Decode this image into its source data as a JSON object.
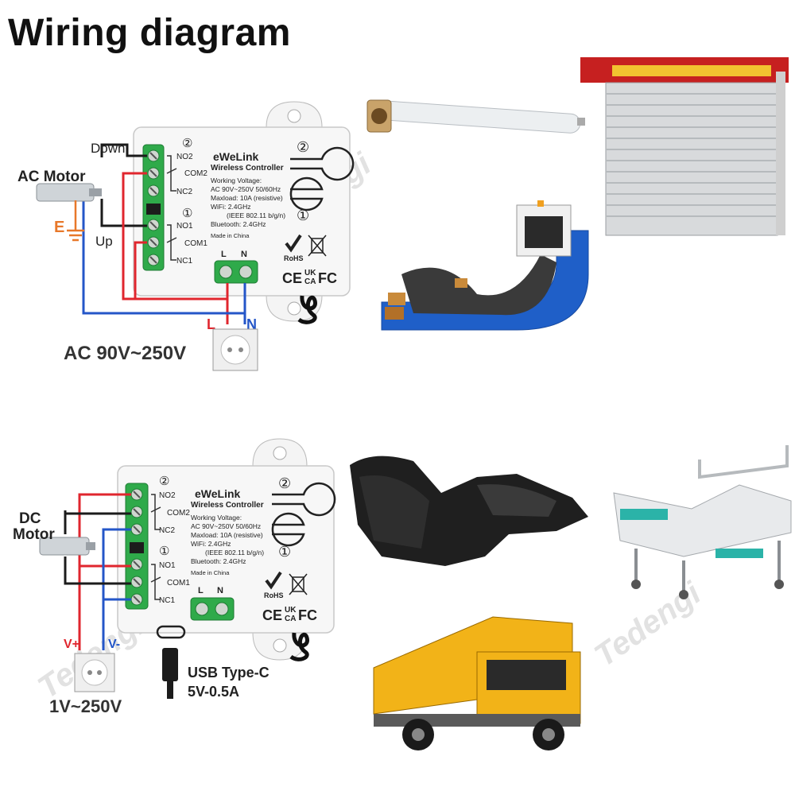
{
  "title": "Wiring diagram",
  "colors": {
    "red": "#e0262e",
    "blue": "#2456c8",
    "black": "#1b1b1b",
    "terminal_green": "#2faa4a",
    "earth_orange": "#e8782a"
  },
  "watermark": "Tedengi",
  "device": {
    "brand": "eWeLink",
    "subtitle": "Wireless Controller",
    "channel_2": "②",
    "channel_1": "①",
    "terminals": [
      "NO2",
      "COM2",
      "NC2",
      "NO1",
      "COM1",
      "NC1"
    ],
    "working_voltage_label": "Working Voltage:",
    "working_voltage": "AC 90V~250V  50/60Hz",
    "maxload": "Maxload: 10A (resistive)",
    "wifi": "WiFi: 2.4GHz",
    "wifi_standard": "(IEEE 802.11 b/g/n)",
    "bluetooth": "Bluetooth: 2.4GHz",
    "made_in": "Made in China",
    "power_L": "L",
    "power_N": "N",
    "rohs": "RoHS",
    "certs": [
      "CE",
      "UK CA",
      "FC"
    ]
  },
  "ac_diagram": {
    "motor_label": "AC Motor",
    "down_label": "Down",
    "up_label": "Up",
    "earth_label": "E",
    "live_label": "L",
    "neutral_label": "N",
    "supply_label": "AC 90V~250V"
  },
  "dc_diagram": {
    "motor_label_line1": "DC",
    "motor_label_line2": "Motor",
    "vplus_label": "V+",
    "vminus_label": "V-",
    "supply_label": "1V~250V",
    "usb_label": "USB Type-C",
    "usb_spec": "5V-0.5A"
  },
  "applications": [
    "tubular-motor",
    "rolling-shutter",
    "conveyor",
    "recliner-chair",
    "hospital-bed",
    "dump-truck"
  ]
}
